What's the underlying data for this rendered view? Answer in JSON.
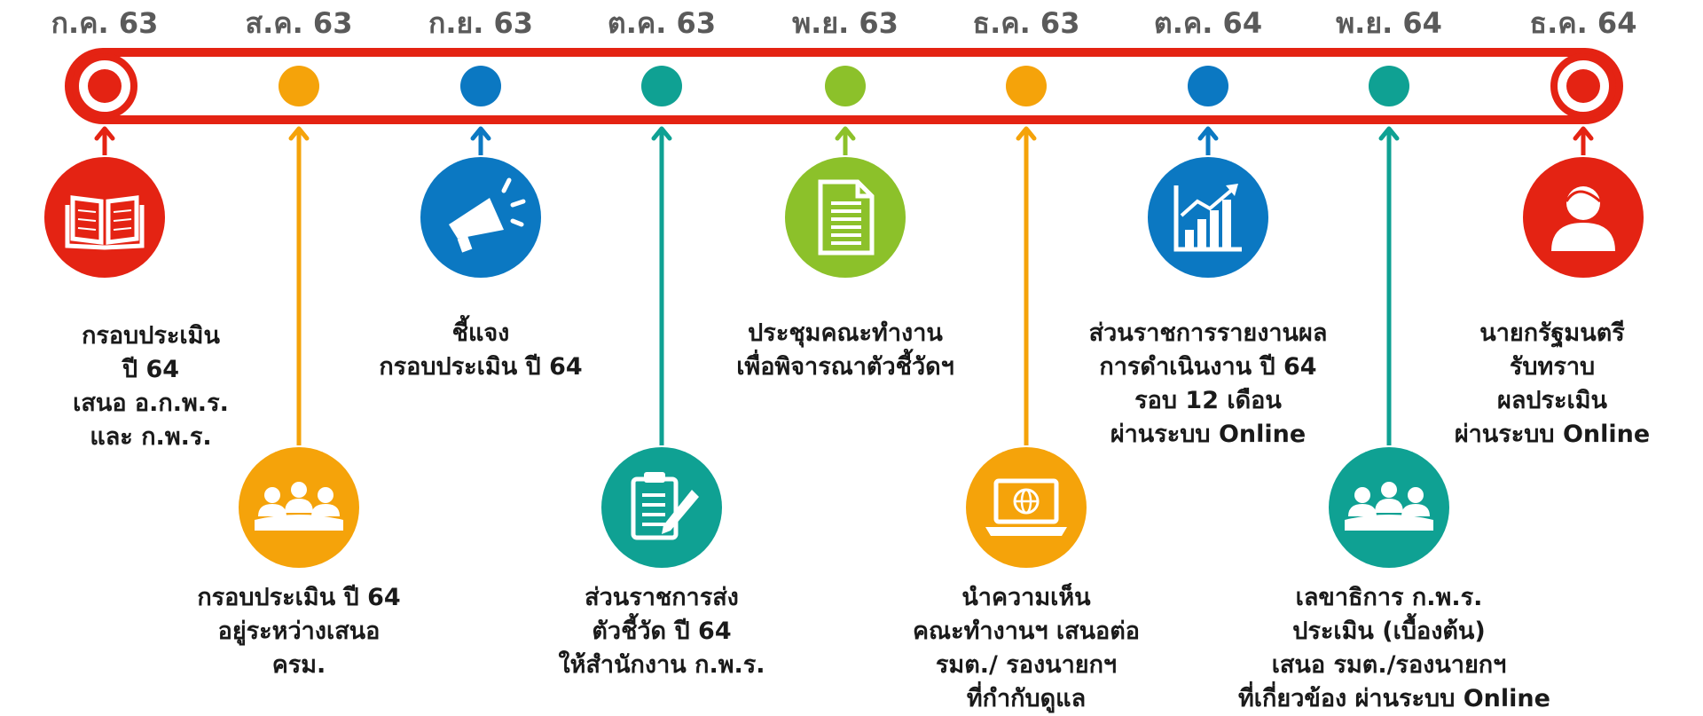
{
  "colors": {
    "red": "#e42313",
    "orange": "#f5a30a",
    "blue": "#0b78c2",
    "teal": "#0fa193",
    "green": "#8cc12a",
    "gray_text": "#5a5a5a"
  },
  "timeline": {
    "months": [
      "ก.ค. 63",
      "ส.ค. 63",
      "ก.ย. 63",
      "ต.ค. 63",
      "พ.ย. 63",
      "ธ.ค. 63",
      "ต.ค. 64",
      "พ.ย. 64",
      "ธ.ค. 64"
    ],
    "steps": [
      {
        "color": "red",
        "icon": "open-book-icon",
        "lines": [
          "กรอบประเมิน",
          "ปี 64",
          "เสนอ อ.ก.พ.ร.",
          "และ ก.พ.ร."
        ]
      },
      {
        "color": "orange",
        "icon": "meeting-group-icon",
        "lines": [
          "กรอบประเมิน ปี 64",
          "อยู่ระหว่างเสนอ",
          "ครม."
        ]
      },
      {
        "color": "blue",
        "icon": "megaphone-icon",
        "lines": [
          "ชี้แจง",
          "กรอบประเมิน ปี 64"
        ]
      },
      {
        "color": "teal",
        "icon": "clipboard-pen-icon",
        "lines": [
          "ส่วนราชการส่ง",
          "ตัวชี้วัด ปี 64",
          "ให้สำนักงาน ก.พ.ร."
        ]
      },
      {
        "color": "green",
        "icon": "document-icon",
        "lines": [
          "ประชุมคณะทำงาน",
          "เพื่อพิจารณาตัวชี้วัดฯ"
        ]
      },
      {
        "color": "orange",
        "icon": "laptop-globe-icon",
        "lines": [
          "นำความเห็น",
          "คณะทำงานฯ เสนอต่อ",
          "รมต./ รองนายกฯ",
          "ที่กำกับดูแล"
        ]
      },
      {
        "color": "blue",
        "icon": "bar-chart-growth-icon",
        "lines": [
          "ส่วนราชการรายงานผล",
          "การดำเนินงาน ปี 64",
          "รอบ 12 เดือน",
          "ผ่านระบบ Online"
        ]
      },
      {
        "color": "teal",
        "icon": "meeting-group-icon",
        "lines": [
          "เลขาธิการ ก.พ.ร.",
          "ประเมิน (เบื้องต้น)",
          "เสนอ รมต./รองนายกฯ",
          "ที่เกี่ยวข้อง ผ่านระบบ Online"
        ]
      },
      {
        "color": "red",
        "icon": "person-icon",
        "lines": [
          "นายกรัฐมนตรี",
          "รับทราบ",
          "ผลประเมิน",
          "ผ่านระบบ Online"
        ]
      }
    ]
  }
}
